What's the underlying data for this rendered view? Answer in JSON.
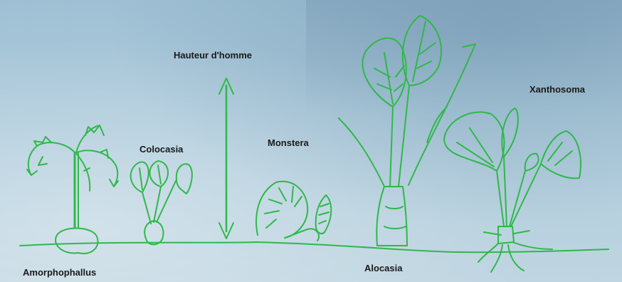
{
  "labels": {
    "height_marker": "Hauteur d'homme",
    "amorphophallus": "Amorphophallus",
    "colocasia": "Colocasia",
    "monstera": "Monstera",
    "alocasia": "Alocasia",
    "xanthosoma": "Xanthosoma"
  },
  "colors": {
    "line": "#2fb84a",
    "text": "#1a1a1a"
  }
}
